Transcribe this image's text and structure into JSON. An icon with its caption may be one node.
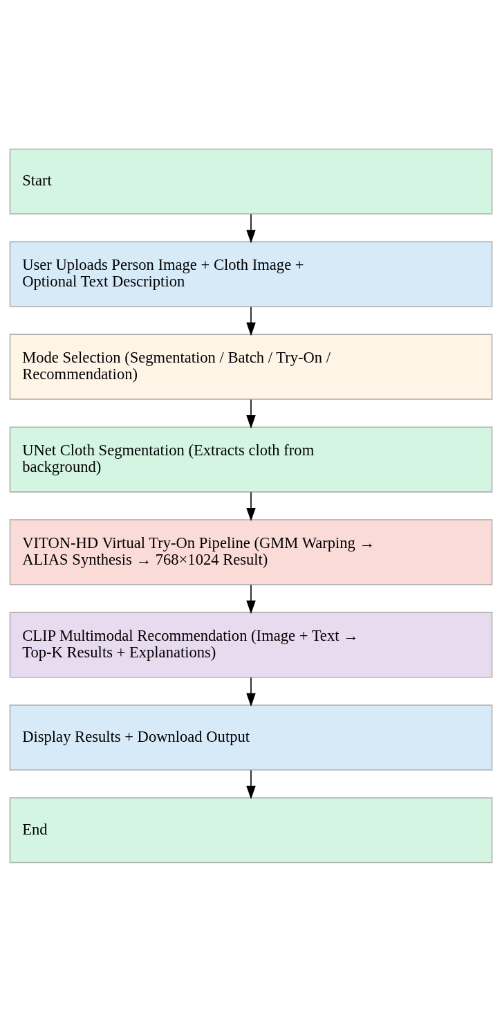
{
  "diagram": {
    "nodes": [
      {
        "text": [
          "Start"
        ]
      },
      {
        "text": [
          "User Uploads Person Image + Cloth Image + Optional Text Description"
        ]
      },
      {
        "text": [
          "Mode Selection (Segmentation / Batch / Try-On / Recommendation)"
        ]
      },
      {
        "text": [
          "UNet Cloth Segmentation (Extracts cloth from background)"
        ]
      },
      {
        "text": [
          "VITON-HD Virtual Try-On Pipeline (GMM Warping → ALIAS Synthesis → 768×1024 Result)"
        ]
      },
      {
        "text": [
          "CLIP Multimodal Recommendation (Image + Text → Top-K Results + Explanations)"
        ]
      },
      {
        "text": [
          "Display Results + Download Output"
        ]
      },
      {
        "text": [
          "End"
        ]
      }
    ],
    "edges": [
      {
        "from": 0,
        "to": 1,
        "arrow": "to"
      },
      {
        "from": 1,
        "to": 2,
        "arrow": "to"
      },
      {
        "from": 2,
        "to": 3,
        "arrow": "to"
      },
      {
        "from": 3,
        "to": 4,
        "arrow": "to"
      },
      {
        "from": 4,
        "to": 5,
        "arrow": "to"
      },
      {
        "from": 5,
        "to": 6,
        "arrow": "to"
      },
      {
        "from": 6,
        "to": 7,
        "arrow": "to"
      }
    ]
  }
}
